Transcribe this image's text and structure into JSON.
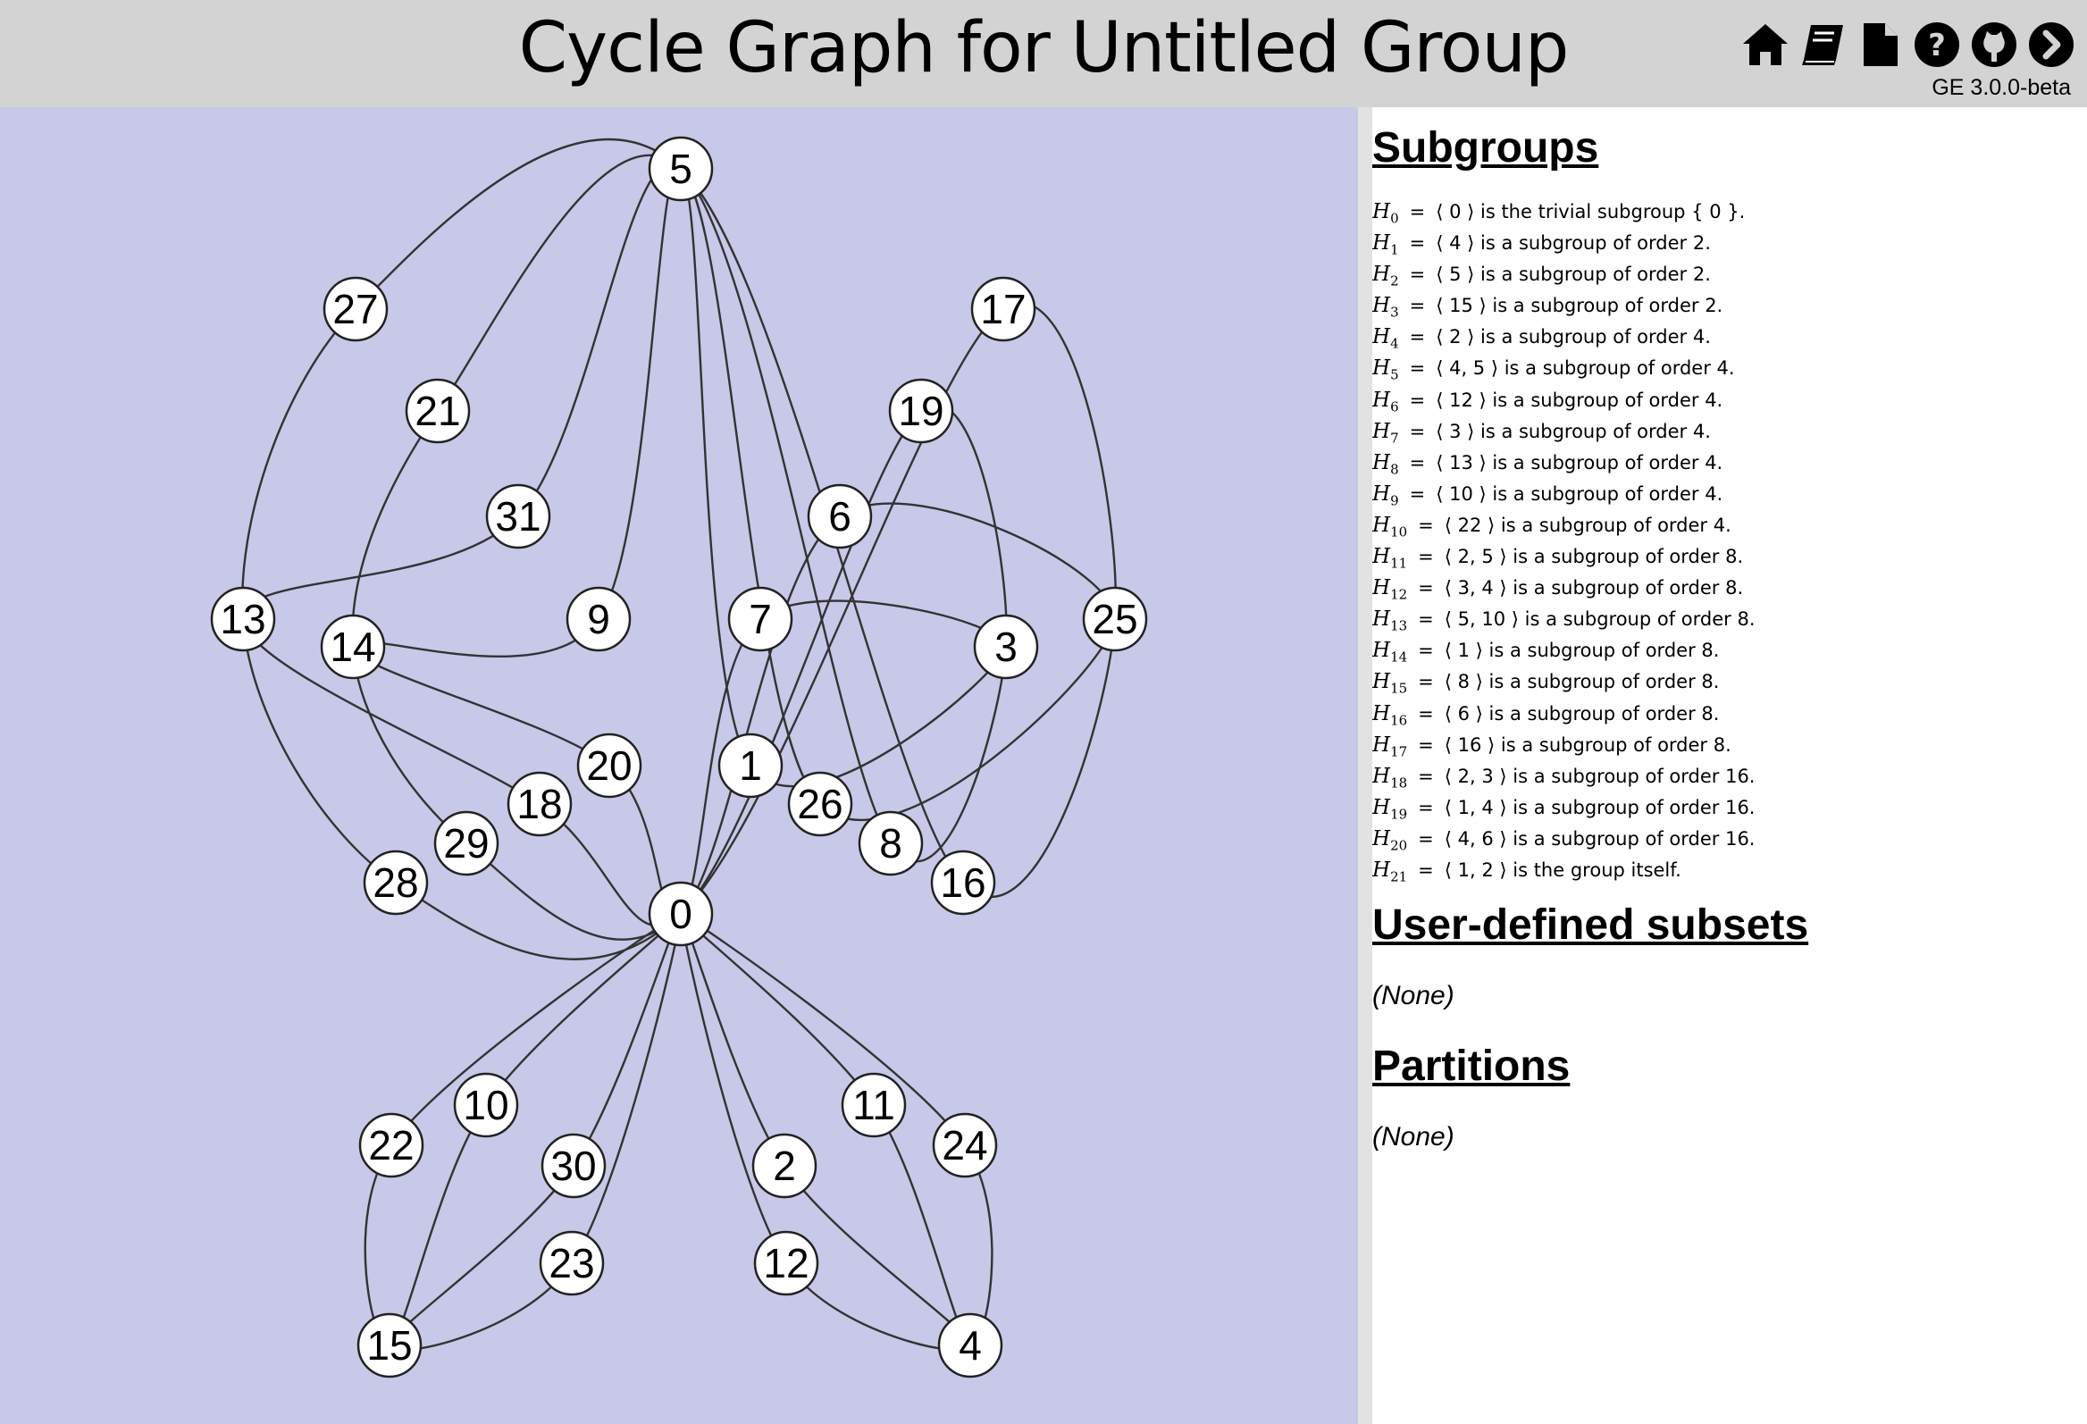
{
  "header": {
    "title": "Cycle Graph for Untitled Group",
    "version": "GE 3.0.0-beta",
    "icons": [
      "home-icon",
      "book-icon",
      "document-icon",
      "help-icon",
      "github-icon",
      "next-icon"
    ]
  },
  "colors": {
    "header_bg": "#d3d3d3",
    "graph_bg": "#c8c8e8",
    "node_fill": "#ffffff",
    "edge": "#333333"
  },
  "graph": {
    "nodes": [
      "5",
      "27",
      "17",
      "21",
      "19",
      "31",
      "6",
      "13",
      "14",
      "9",
      "7",
      "3",
      "25",
      "20",
      "1",
      "18",
      "26",
      "29",
      "8",
      "28",
      "16",
      "0",
      "10",
      "11",
      "22",
      "24",
      "30",
      "2",
      "23",
      "12",
      "15",
      "4"
    ]
  },
  "panel": {
    "subgroups_heading": "Subgroups",
    "subgroups": [
      {
        "name": "H",
        "index": "0",
        "gens": "0",
        "desc": "is the trivial subgroup { 0 }."
      },
      {
        "name": "H",
        "index": "1",
        "gens": "4",
        "desc": "is a subgroup of order 2."
      },
      {
        "name": "H",
        "index": "2",
        "gens": "5",
        "desc": "is a subgroup of order 2."
      },
      {
        "name": "H",
        "index": "3",
        "gens": "15",
        "desc": "is a subgroup of order 2."
      },
      {
        "name": "H",
        "index": "4",
        "gens": "2",
        "desc": "is a subgroup of order 4."
      },
      {
        "name": "H",
        "index": "5",
        "gens": "4, 5",
        "desc": "is a subgroup of order 4."
      },
      {
        "name": "H",
        "index": "6",
        "gens": "12",
        "desc": "is a subgroup of order 4."
      },
      {
        "name": "H",
        "index": "7",
        "gens": "3",
        "desc": "is a subgroup of order 4."
      },
      {
        "name": "H",
        "index": "8",
        "gens": "13",
        "desc": "is a subgroup of order 4."
      },
      {
        "name": "H",
        "index": "9",
        "gens": "10",
        "desc": "is a subgroup of order 4."
      },
      {
        "name": "H",
        "index": "10",
        "gens": "22",
        "desc": "is a subgroup of order 4."
      },
      {
        "name": "H",
        "index": "11",
        "gens": "2, 5",
        "desc": "is a subgroup of order 8."
      },
      {
        "name": "H",
        "index": "12",
        "gens": "3, 4",
        "desc": "is a subgroup of order 8."
      },
      {
        "name": "H",
        "index": "13",
        "gens": "5, 10",
        "desc": "is a subgroup of order 8."
      },
      {
        "name": "H",
        "index": "14",
        "gens": "1",
        "desc": "is a subgroup of order 8."
      },
      {
        "name": "H",
        "index": "15",
        "gens": "8",
        "desc": "is a subgroup of order 8."
      },
      {
        "name": "H",
        "index": "16",
        "gens": "6",
        "desc": "is a subgroup of order 8."
      },
      {
        "name": "H",
        "index": "17",
        "gens": "16",
        "desc": "is a subgroup of order 8."
      },
      {
        "name": "H",
        "index": "18",
        "gens": "2, 3",
        "desc": "is a subgroup of order 16."
      },
      {
        "name": "H",
        "index": "19",
        "gens": "1, 4",
        "desc": "is a subgroup of order 16."
      },
      {
        "name": "H",
        "index": "20",
        "gens": "4, 6",
        "desc": "is a subgroup of order 16."
      },
      {
        "name": "H",
        "index": "21",
        "gens": "1, 2",
        "desc": "is the group itself."
      }
    ],
    "user_subsets_heading": "User-defined subsets",
    "user_subsets_value": "(None)",
    "partitions_heading": "Partitions",
    "partitions_value": "(None)"
  }
}
